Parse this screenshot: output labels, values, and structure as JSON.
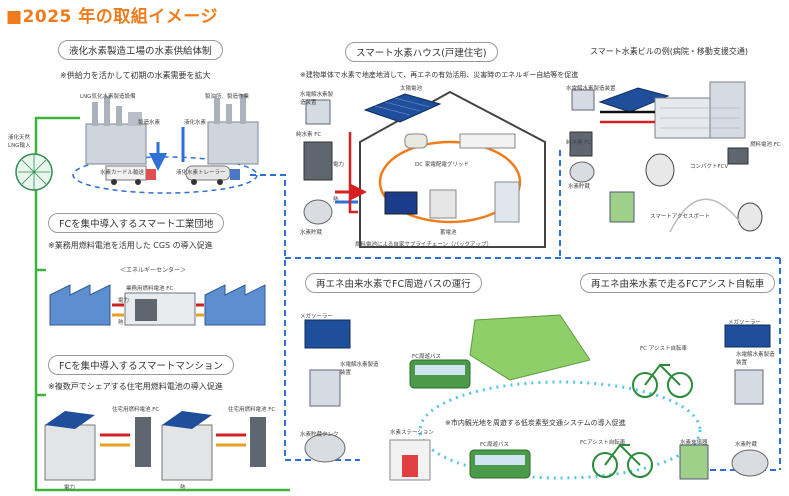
{
  "header": {
    "title": "■2025 年の取組イメージ"
  },
  "panels": {
    "hydrogen_supply": {
      "title": "液化水素製造工場の水素供給体制",
      "note": "※供給力を活かして初期の水素需要を拡大",
      "labels": [
        "LNG気化水素製造設備",
        "製油所、製造作業",
        "液化天然 LNG輸入",
        "水素カードル輸送",
        "液化水素トレーラー",
        "製造水素",
        "液化水素"
      ]
    },
    "smart_house": {
      "title": "スマート水素ハウス(戸建住宅)",
      "note": "※建物単体で水素で地産地消して、再エネの有効活用、災害時のエネルギー自給等を促進",
      "labels": [
        "水電解水素製造装置",
        "太陽電池",
        "純水素 FC",
        "水素貯蔵",
        "DC 家電配電グリッド",
        "蓄電池",
        "電力",
        "熱",
        "燃料電池による自家サプライチェーン（バックアップ）"
      ]
    },
    "smart_building": {
      "title": "スマート水素ビルの例(病院・移動支援交通)",
      "labels": [
        "水電解水素製造装置",
        "純水素 FC",
        "水素貯蔵",
        "燃料電池 FC",
        "コンパクトFCV",
        "スマートアクセスポート"
      ]
    },
    "factory": {
      "title": "FCを集中導入するスマート工業団地",
      "note": "※業務用燃料電池を活用した CGS の導入促進",
      "labels": [
        "＜エネルギーセンター＞",
        "業務用燃料電池 FC",
        "電力",
        "熱"
      ]
    },
    "mansion": {
      "title": "FCを集中導入するスマートマンション",
      "note": "※複数戸でシェアする住宅用燃料電池の導入促進",
      "labels": [
        "住宅用燃料電池 FC",
        "住宅用燃料電池 FC",
        "電力",
        "熱"
      ]
    },
    "bus": {
      "title": "再エネ由来水素でFC周遊バスの運行",
      "note": "※市内観光地を周遊する低炭素型交通システムの導入促進",
      "labels": [
        "メガソーラー",
        "水電解水素製造装置",
        "水素貯蔵タンク",
        "水素ステーション",
        "FC周遊バス",
        "FC周遊バス"
      ]
    },
    "bicycle": {
      "title": "再エネ由来水素で走るFCアシスト自転車",
      "labels": [
        "メガソーラー",
        "水電解水素製造装置",
        "FC アシスト自転車",
        "FCアシスト自転車",
        "水素貯蔵",
        "水素充填器"
      ]
    }
  },
  "colors": {
    "title_orange": "#f07b1c",
    "green_line": "#3cb43c",
    "blue_dash": "#2e6fd8",
    "hydrogen_ring": "#3fb8e8",
    "red_arrow": "#d42020"
  }
}
